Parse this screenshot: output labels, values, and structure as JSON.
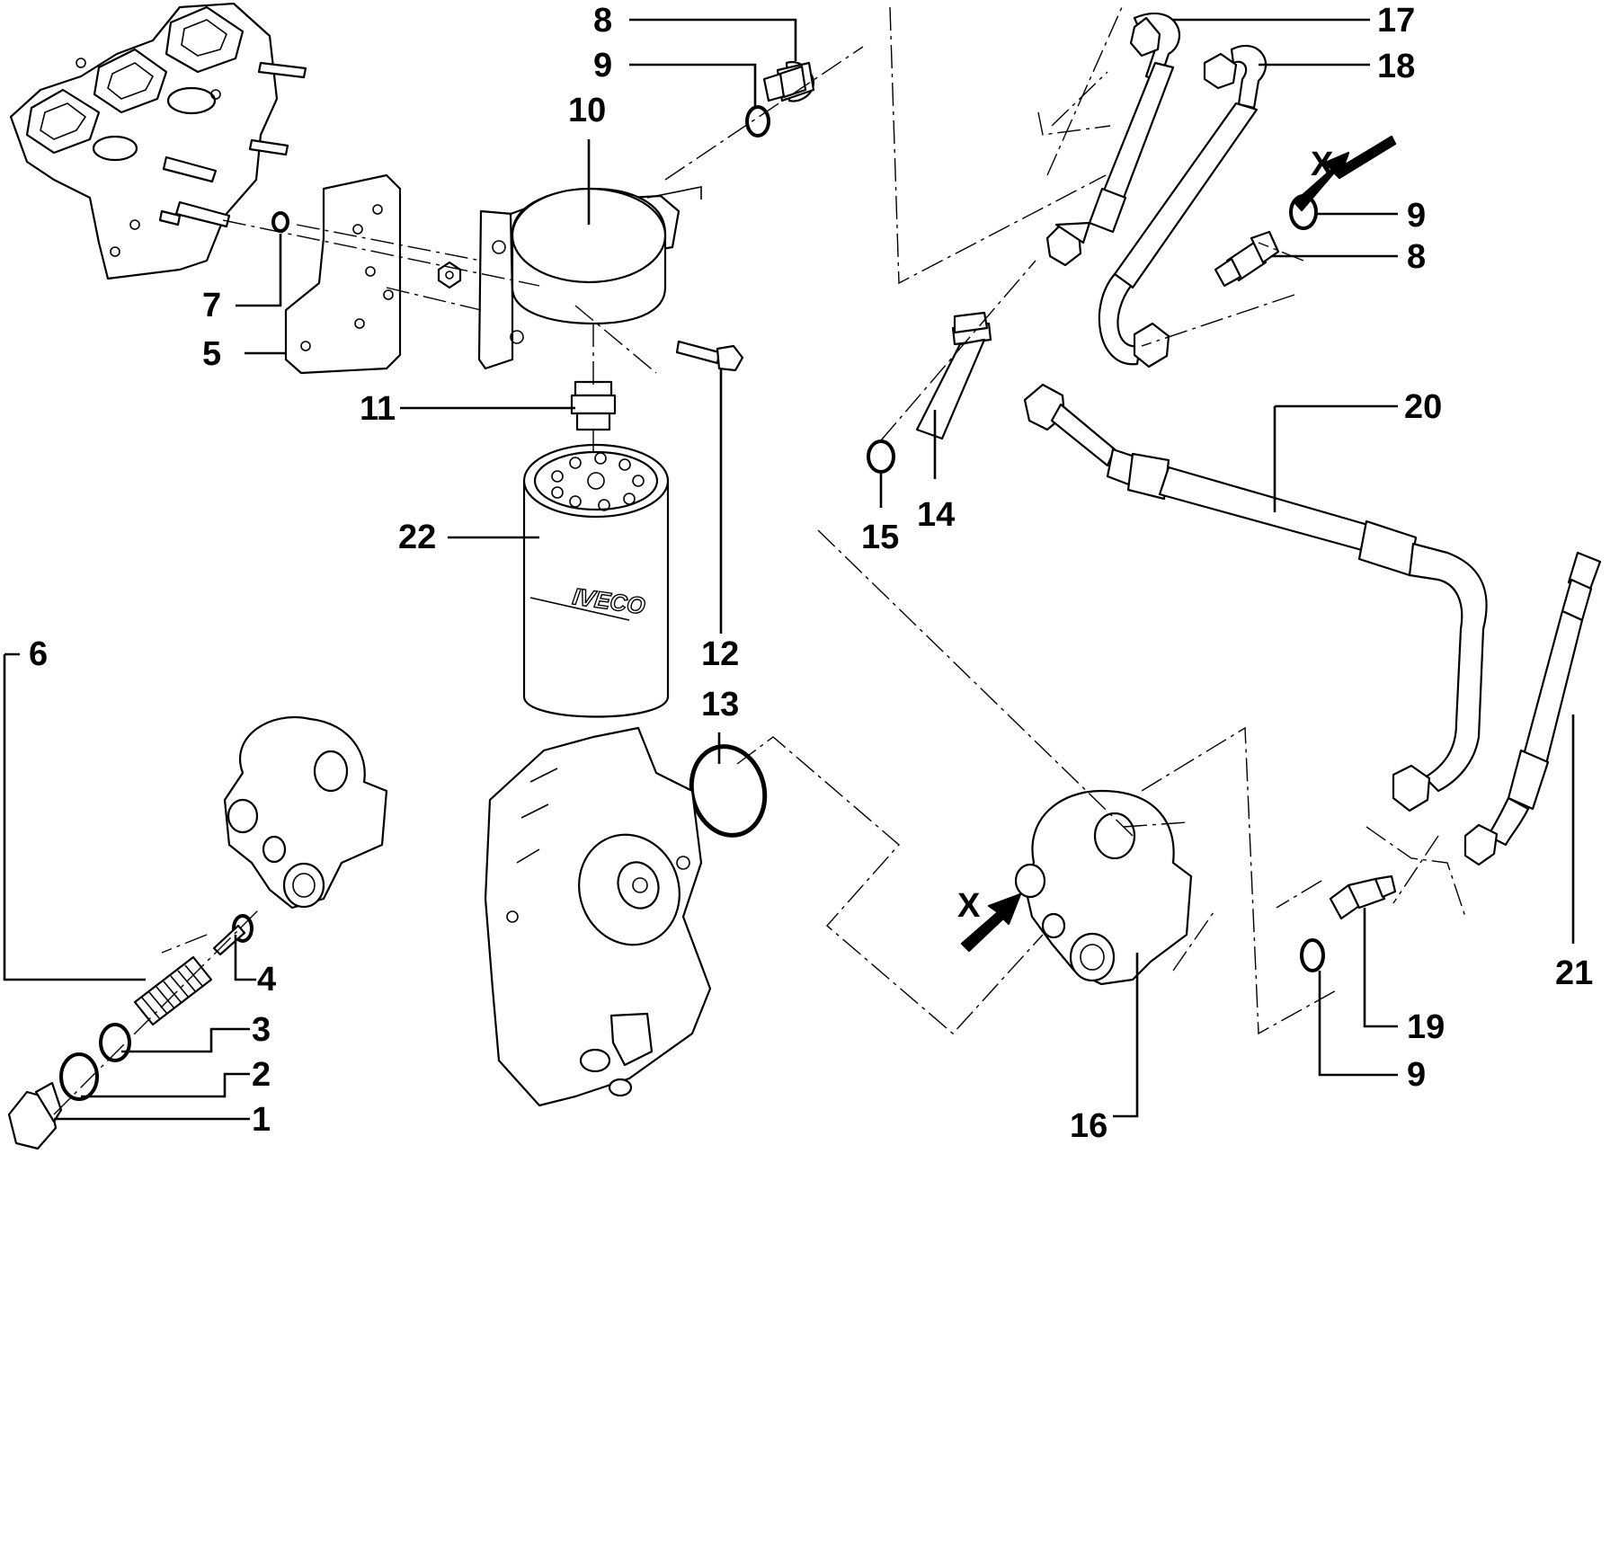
{
  "diagram": {
    "callouts": {
      "c1": "1",
      "c2": "2",
      "c3": "3",
      "c4": "4",
      "c5": "5",
      "c6": "6",
      "c7": "7",
      "c8a": "8",
      "c8b": "8",
      "c9a": "9",
      "c9b": "9",
      "c9c": "9",
      "c10": "10",
      "c11": "11",
      "c12": "12",
      "c13": "13",
      "c14": "14",
      "c15": "15",
      "c16": "16",
      "c17": "17",
      "c18": "18",
      "c19": "19",
      "c20": "20",
      "c21": "21",
      "c22": "22"
    },
    "view_markers": {
      "x1": "X",
      "x2": "X"
    },
    "filter_brand": "IVECO"
  }
}
